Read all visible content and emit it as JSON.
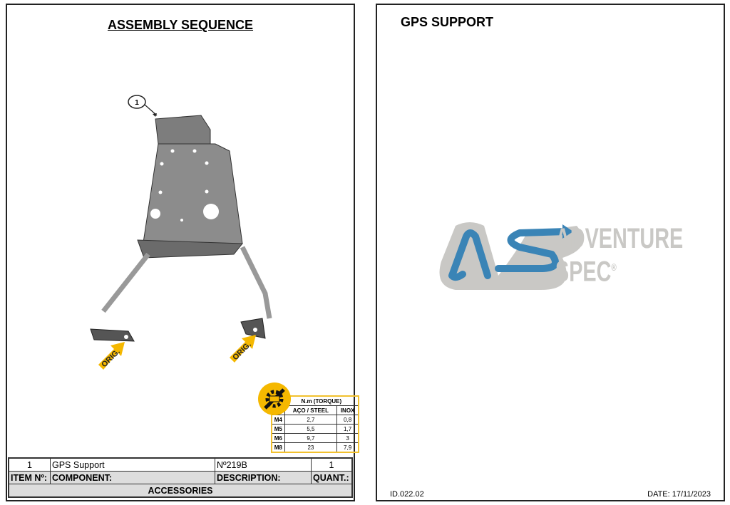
{
  "left": {
    "title": "ASSEMBLY SEQUENCE",
    "callout": "1",
    "orig_labels": [
      "ORIG.",
      "ORIG."
    ],
    "torque": {
      "icon": "wrench-gear-icon",
      "header": "N.m (TORQUE)",
      "columns": [
        "",
        "AÇO / STEEL",
        "INOX"
      ],
      "rows": [
        [
          "M4",
          "2,7",
          "0,8"
        ],
        [
          "M5",
          "5,5",
          "1,7"
        ],
        [
          "M6",
          "9,7",
          "3"
        ],
        [
          "M8",
          "23",
          "7,9"
        ]
      ]
    },
    "bom": {
      "row": {
        "item": "1",
        "component": "GPS Support",
        "description": "Nº219B",
        "quantity": "1"
      },
      "headers": {
        "item": "ITEM Nº:",
        "component": "COMPONENT:",
        "description": "DESCRIPTION:",
        "quantity": "QUANT.:"
      },
      "footer": "ACCESSORIES"
    }
  },
  "right": {
    "title": "GPS SUPPORT",
    "logo": {
      "text1": "ADVENTURE",
      "text2": "SPEC",
      "mark": "®",
      "blue": "#3a84b6",
      "gray": "#c9c8c5"
    },
    "id": "ID.022.02",
    "date": "DATE: 17/11/2023"
  }
}
